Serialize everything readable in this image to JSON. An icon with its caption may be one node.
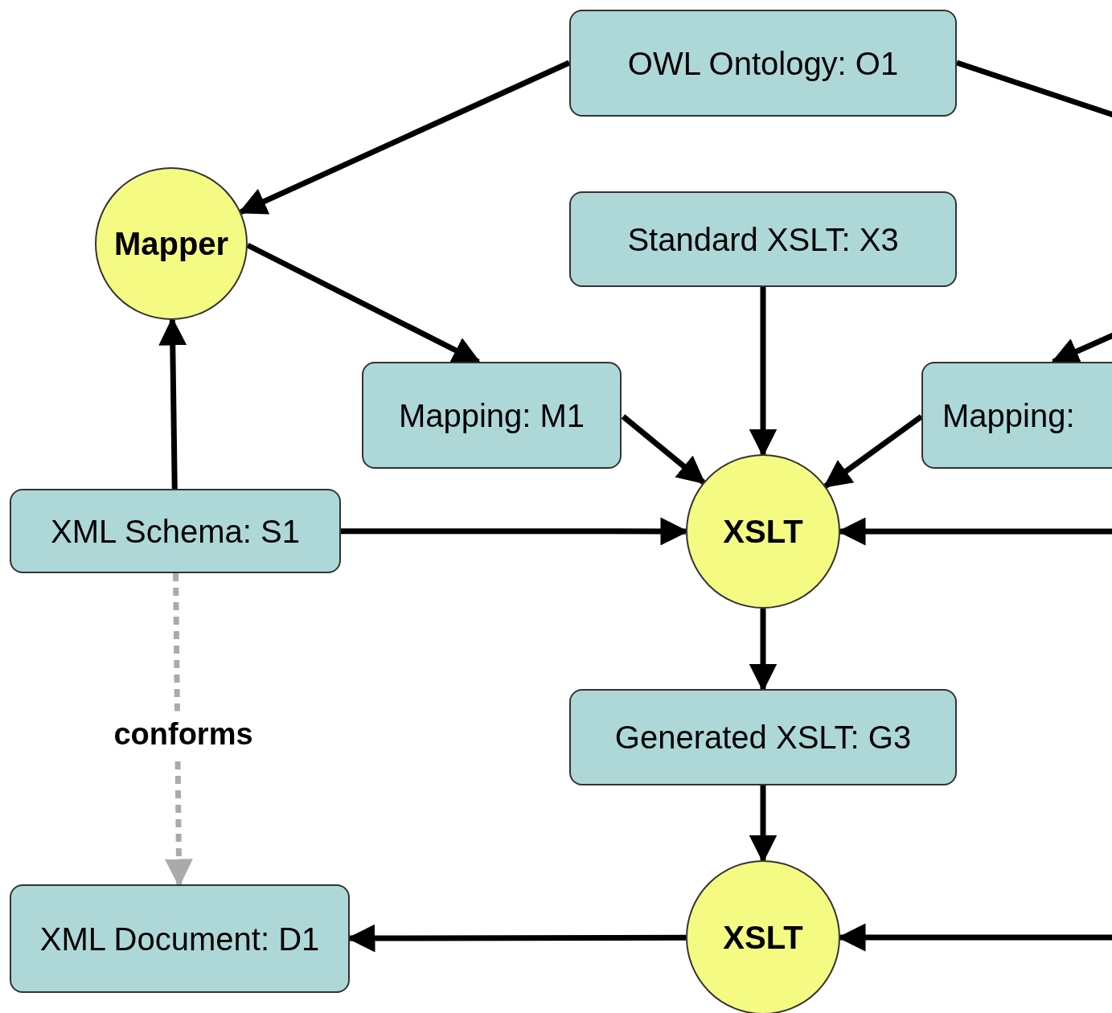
{
  "diagram": {
    "nodes": [
      {
        "text": [
          "OWL Ontology: O1"
        ]
      },
      {
        "text": [
          "Mapper"
        ]
      },
      {
        "text": [
          "Standard XSLT: X3"
        ]
      },
      {
        "text": [
          "Mapping: M1"
        ]
      },
      {
        "text": [
          "Mapping:"
        ]
      },
      {
        "text": [
          "XML Schema: S1"
        ]
      },
      {
        "text": [
          "XSLT"
        ]
      },
      {
        "text": [
          "Generated XSLT: G3"
        ]
      },
      {
        "text": [
          "XSLT"
        ]
      },
      {
        "text": [
          "XML Document: D1"
        ]
      }
    ],
    "edges": [
      {
        "from": 0,
        "to": 1,
        "arrow": "to"
      },
      {
        "from": 0,
        "to": null,
        "arrow": "none"
      },
      {
        "from": 1,
        "to": 3,
        "arrow": "to"
      },
      {
        "from": null,
        "to": 4,
        "arrow": "to"
      },
      {
        "from": 2,
        "to": 6,
        "arrow": "to"
      },
      {
        "from": 3,
        "to": 6,
        "arrow": "to"
      },
      {
        "from": 4,
        "to": 6,
        "arrow": "to"
      },
      {
        "from": 5,
        "to": 6,
        "arrow": "to"
      },
      {
        "from": null,
        "to": 6,
        "arrow": "to"
      },
      {
        "from": 5,
        "to": 1,
        "arrow": "to"
      },
      {
        "from": 6,
        "to": 7,
        "arrow": "to"
      },
      {
        "from": 7,
        "to": 8,
        "arrow": "to"
      },
      {
        "from": null,
        "to": 8,
        "arrow": "to"
      },
      {
        "from": 8,
        "to": 9,
        "arrow": "to"
      },
      {
        "from": 5,
        "to": 9,
        "arrow": "to",
        "label": "conforms",
        "style": "dashed",
        "color": "#aaaaaa"
      }
    ]
  }
}
